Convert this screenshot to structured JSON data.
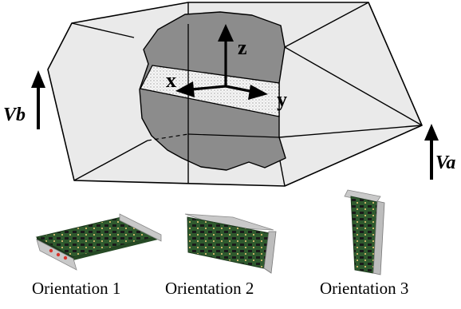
{
  "diagram": {
    "axes": {
      "x": "x",
      "y": "y",
      "z": "z"
    },
    "velocities": {
      "left": "Vb",
      "right": "Va"
    },
    "colors": {
      "box_face": "#eaeaea",
      "box_edge": "#000000",
      "cutaway": "#8c8c8c",
      "layer_dots": "#f0f0f0",
      "board_green": "#2f5a2e",
      "board_dark": "#1d3a1d",
      "bracket": "#c9c9c9"
    }
  },
  "orientations": [
    {
      "label": "Orientation 1"
    },
    {
      "label": "Orientation 2"
    },
    {
      "label": "Orientation 3"
    }
  ]
}
